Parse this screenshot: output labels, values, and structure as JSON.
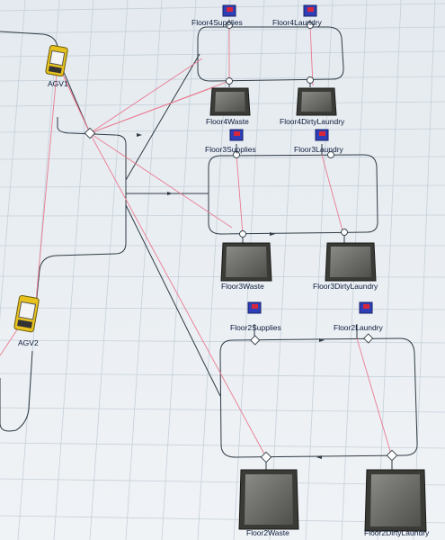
{
  "view": {
    "background": "#e9eef3",
    "grid_color": "#c3ced8",
    "path_color": "#2f3a44",
    "connector_color": "#e8788e"
  },
  "agvs": [
    {
      "id": "agv1",
      "label": "AGV1",
      "icon": "agv-vehicle-icon"
    },
    {
      "id": "agv2",
      "label": "AGV2",
      "icon": "agv-vehicle-icon"
    }
  ],
  "queues": [
    {
      "id": "floor4-supplies",
      "label": "Floor4Supplies",
      "icon": "queue-box-icon"
    },
    {
      "id": "floor4-laundry",
      "label": "Floor4Laundry",
      "icon": "queue-box-icon"
    },
    {
      "id": "floor3-supplies",
      "label": "Floor3Supplies",
      "icon": "queue-box-icon"
    },
    {
      "id": "floor3-laundry",
      "label": "Floor3Laundry",
      "icon": "queue-box-icon"
    },
    {
      "id": "floor2-supplies",
      "label": "Floor2Supplies",
      "icon": "queue-box-icon"
    },
    {
      "id": "floor2-laundry",
      "label": "Floor2Laundry",
      "icon": "queue-box-icon"
    }
  ],
  "sinks": [
    {
      "id": "floor4-waste",
      "label": "Floor4Waste"
    },
    {
      "id": "floor4-dirty-laundry",
      "label": "Floor4DirtyLaundry"
    },
    {
      "id": "floor3-waste",
      "label": "Floor3Waste"
    },
    {
      "id": "floor3-dirty-laundry",
      "label": "Floor3DirtyLaundry"
    },
    {
      "id": "floor2-waste",
      "label": "Floor2Waste"
    },
    {
      "id": "floor2-dirty-laundry",
      "label": "Floor2DirtyLaundry"
    }
  ]
}
